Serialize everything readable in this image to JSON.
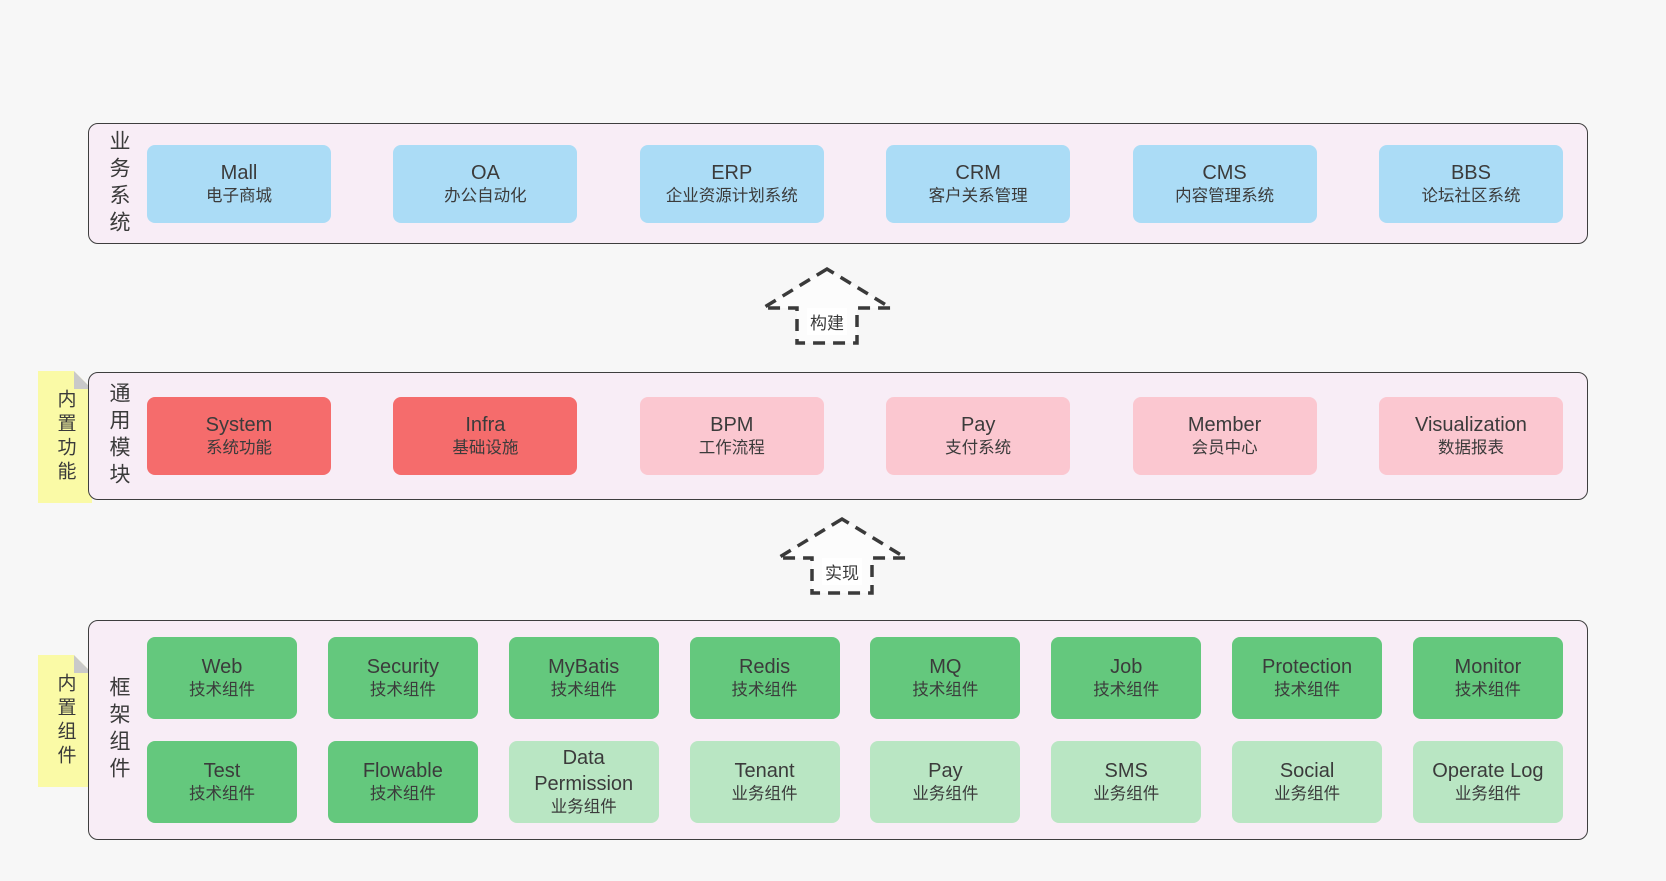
{
  "colors": {
    "page-bg": "#f7f7f7",
    "layer-bg": "#f8edf6",
    "layer-border": "#3e3e3e",
    "box-blue": "#abdcf6",
    "box-red": "#f56c6c",
    "box-pink": "#fbc7d0",
    "box-green": "#64c87d",
    "box-lightgreen": "#b9e6c3",
    "sticky-bg": "#fafaa6",
    "sticky-fold": "#c9c9c9",
    "text-dark": "#3b3b3b",
    "arrow-stroke": "#3a3a3a"
  },
  "business": {
    "label": "业务系统",
    "boxes": [
      {
        "title": "Mall",
        "subtitle": "电子商城",
        "variant": "blue"
      },
      {
        "title": "OA",
        "subtitle": "办公自动化",
        "variant": "blue"
      },
      {
        "title": "ERP",
        "subtitle": "企业资源计划系统",
        "variant": "blue"
      },
      {
        "title": "CRM",
        "subtitle": "客户关系管理",
        "variant": "blue"
      },
      {
        "title": "CMS",
        "subtitle": "内容管理系统",
        "variant": "blue"
      },
      {
        "title": "BBS",
        "subtitle": "论坛社区系统",
        "variant": "blue"
      }
    ]
  },
  "arrows": [
    {
      "label": "构建"
    },
    {
      "label": "实现"
    }
  ],
  "modules": {
    "label": "通用模块",
    "sticky": "内置功能",
    "boxes": [
      {
        "title": "System",
        "subtitle": "系统功能",
        "variant": "red"
      },
      {
        "title": "Infra",
        "subtitle": "基础设施",
        "variant": "red"
      },
      {
        "title": "BPM",
        "subtitle": "工作流程",
        "variant": "pink"
      },
      {
        "title": "Pay",
        "subtitle": "支付系统",
        "variant": "pink"
      },
      {
        "title": "Member",
        "subtitle": "会员中心",
        "variant": "pink"
      },
      {
        "title": "Visualization",
        "subtitle": "数据报表",
        "variant": "pink"
      }
    ]
  },
  "components": {
    "label": "框架组件",
    "sticky": "内置组件",
    "row1": [
      {
        "title": "Web",
        "subtitle": "技术组件",
        "variant": "green"
      },
      {
        "title": "Security",
        "subtitle": "技术组件",
        "variant": "green"
      },
      {
        "title": "MyBatis",
        "subtitle": "技术组件",
        "variant": "green"
      },
      {
        "title": "Redis",
        "subtitle": "技术组件",
        "variant": "green"
      },
      {
        "title": "MQ",
        "subtitle": "技术组件",
        "variant": "green"
      },
      {
        "title": "Job",
        "subtitle": "技术组件",
        "variant": "green"
      },
      {
        "title": "Protection",
        "subtitle": "技术组件",
        "variant": "green"
      },
      {
        "title": "Monitor",
        "subtitle": "技术组件",
        "variant": "green"
      }
    ],
    "row2": [
      {
        "title": "Test",
        "subtitle": "技术组件",
        "variant": "green"
      },
      {
        "title": "Flowable",
        "subtitle": "技术组件",
        "variant": "green"
      },
      {
        "title": "Data Permission",
        "subtitle": "业务组件",
        "variant": "lightgreen"
      },
      {
        "title": "Tenant",
        "subtitle": "业务组件",
        "variant": "lightgreen"
      },
      {
        "title": "Pay",
        "subtitle": "业务组件",
        "variant": "lightgreen"
      },
      {
        "title": "SMS",
        "subtitle": "业务组件",
        "variant": "lightgreen"
      },
      {
        "title": "Social",
        "subtitle": "业务组件",
        "variant": "lightgreen"
      },
      {
        "title": "Operate Log",
        "subtitle": "业务组件",
        "variant": "lightgreen"
      }
    ]
  }
}
